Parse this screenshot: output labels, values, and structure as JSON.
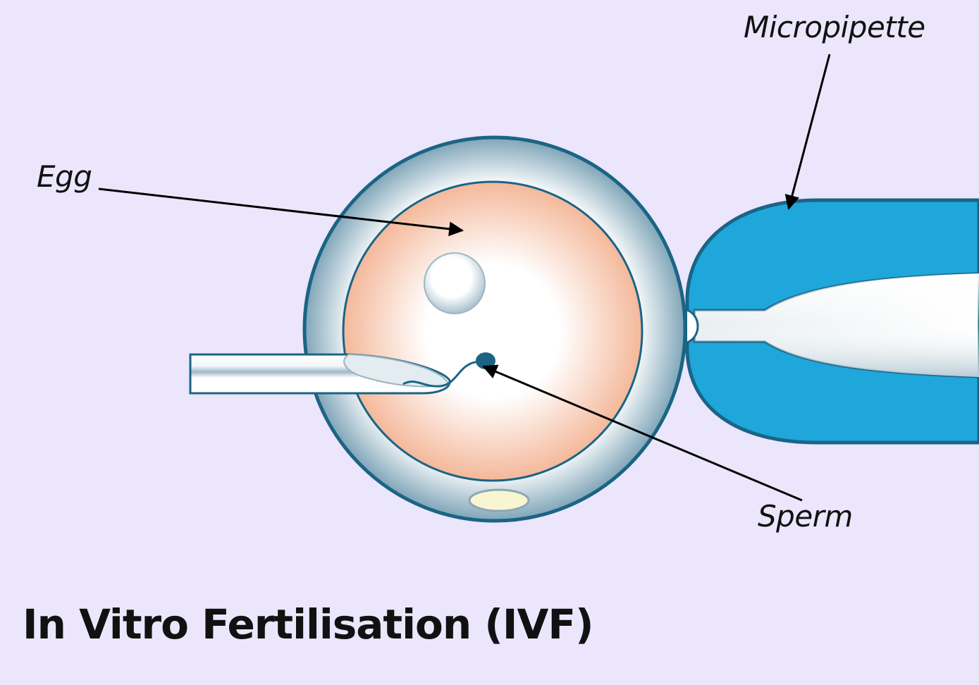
{
  "title": "In Vitro Fertilisation (IVF)",
  "labels": {
    "egg": "Egg",
    "micropipette": "Micropipette",
    "sperm": "Sperm"
  },
  "colors": {
    "background": "#ebe6fb",
    "outline": "#1b6485",
    "pipette_blue": "#1fa6da",
    "egg_peach": "#f6c2a6"
  }
}
